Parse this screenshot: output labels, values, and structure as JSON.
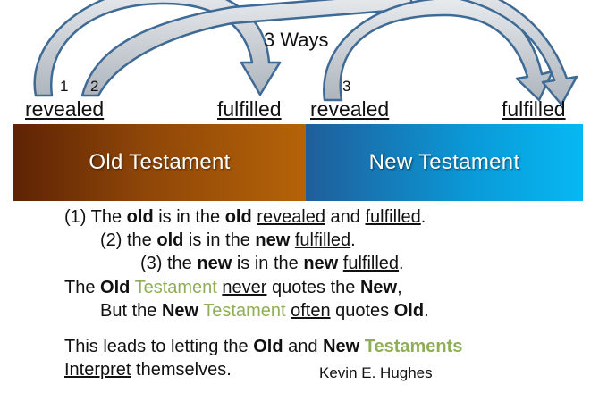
{
  "diagram": {
    "title": "3 Ways",
    "arrow_numbers": [
      "1",
      "2",
      "3"
    ],
    "labels": {
      "old_revealed": "revealed",
      "old_fulfilled": "fulfilled",
      "new_revealed": "revealed",
      "new_fulfilled": "fulfilled"
    },
    "bands": {
      "old": "Old Testament",
      "new": "New Testament"
    }
  },
  "text": {
    "line1": {
      "a": "(1) The ",
      "b": "old",
      "c": " is in the ",
      "d": "old",
      "e": " ",
      "f": "revealed",
      "g": " and ",
      "h": "fulfilled",
      "i": "."
    },
    "line2": {
      "a": "(2) the ",
      "b": "old",
      "c": " is in the ",
      "d": "new",
      "e": " ",
      "f": "fulfilled",
      "g": "."
    },
    "line3": {
      "a": "(3) the ",
      "b": "new",
      "c": " is in the ",
      "d": "new",
      "e": " ",
      "f": "fulfilled",
      "g": "."
    },
    "line4": {
      "a": "The ",
      "b": "Old",
      "c": " ",
      "d": "Testament",
      "e": " ",
      "f": "never",
      "g": " quotes the ",
      "h": "New",
      "i": ","
    },
    "line5": {
      "a": "But the ",
      "b": "New",
      "c": " ",
      "d": "Testament",
      "e": " ",
      "f": "often",
      "g": " quotes ",
      "h": "Old",
      "i": "."
    },
    "line6": {
      "a": "This leads to letting the ",
      "b": "Old",
      "c": " and ",
      "d": "New",
      "e": " ",
      "f": "Testaments"
    },
    "line7": {
      "a": "Interpret",
      "b": " themselves."
    },
    "credit": "Kevin E. Hughes"
  },
  "colors": {
    "old_band": "#8f4708",
    "new_band": "#0a9ad8",
    "arrow_fill": "#bcc2c9",
    "arrow_stroke": "#3e6a96",
    "accent_green": "#8fae56"
  }
}
